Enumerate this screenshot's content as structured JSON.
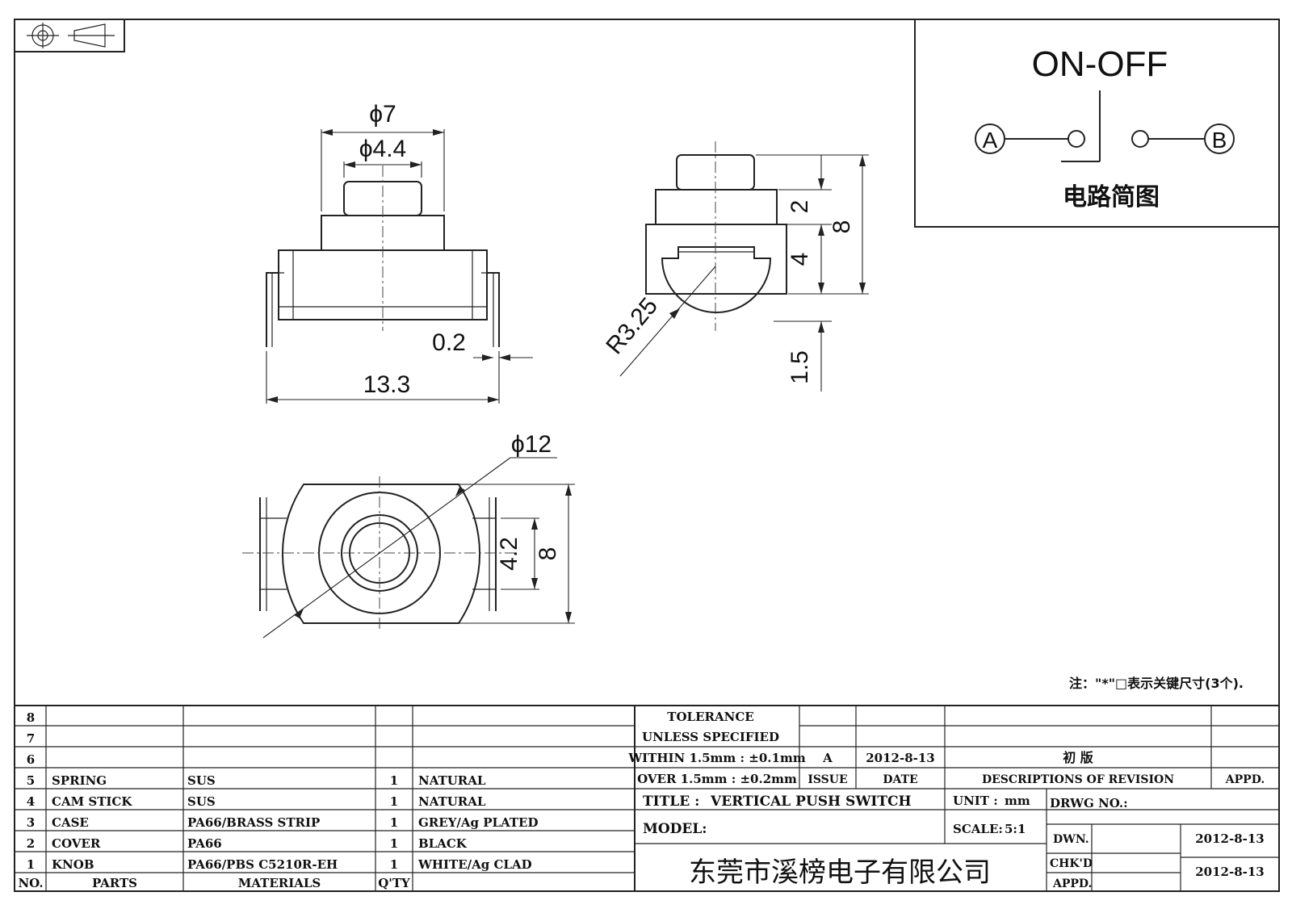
{
  "dimensions": {
    "knob_dia": "ϕ7",
    "cap_dia": "ϕ4.4",
    "pin_thk": "0.2",
    "width": "13.3",
    "h_top": "2",
    "h_mid": "4",
    "h_total": "8",
    "h_bottom": "1.5",
    "radius": "R3.25",
    "outer_dia": "ϕ12",
    "inner": "4.2",
    "depth": "8"
  },
  "circuit": {
    "title": "ON-OFF",
    "node_a": "A",
    "node_b": "B",
    "caption": "电路简图"
  },
  "note": "注：\"*\"□表示关键尺寸(3个).",
  "bom_rows": [
    {
      "no": "8",
      "part": "",
      "material": "",
      "qty": "",
      "finish": ""
    },
    {
      "no": "7",
      "part": "",
      "material": "",
      "qty": "",
      "finish": ""
    },
    {
      "no": "6",
      "part": "",
      "material": "",
      "qty": "",
      "finish": ""
    },
    {
      "no": "5",
      "part": "SPRING",
      "material": "SUS",
      "qty": "1",
      "finish": "NATURAL"
    },
    {
      "no": "4",
      "part": "CAM STICK",
      "material": "SUS",
      "qty": "1",
      "finish": "NATURAL"
    },
    {
      "no": "3",
      "part": "CASE",
      "material": "PA66/BRASS STRIP",
      "qty": "1",
      "finish": "GREY/Ag PLATED"
    },
    {
      "no": "2",
      "part": "COVER",
      "material": "PA66",
      "qty": "1",
      "finish": "BLACK"
    },
    {
      "no": "1",
      "part": "KNOB",
      "material": "PA66/PBS C5210R-EH",
      "qty": "1",
      "finish": "WHITE/Ag CLAD"
    }
  ],
  "bom_header": {
    "no": "NO.",
    "parts": "PARTS",
    "materials": "MATERIALS",
    "qty": "Q'TY"
  },
  "tolerance": {
    "line1": "TOLERANCE",
    "line2": "UNLESS  SPECIFIED",
    "line3": "WITHIN 1.5mm : ±0.1mm",
    "line4": "OVER 1.5mm : ±0.2mm"
  },
  "revision": {
    "issue": "A",
    "date": "2012-8-13",
    "desc": "初  版",
    "issue_label": "ISSUE",
    "date_label": "DATE",
    "desc_label": "DESCRIPTIONS  OF  REVISION",
    "appd_label": "APPD."
  },
  "title_block": {
    "title_label": "TITLE :",
    "title": "VERTICAL  PUSH  SWITCH",
    "unit_label": "UNIT :",
    "unit": "mm",
    "drwg_label": "DRWG  NO.:",
    "model_label": "MODEL:",
    "scale_label": "SCALE:",
    "scale": "5:1",
    "dwn_label": "DWN.",
    "dwn_date": "2012-8-13",
    "chk_label": "CHK'D",
    "chk_date": "2012-8-13",
    "appd_label": "APPD.",
    "company": "东莞市溪榜电子有限公司"
  }
}
